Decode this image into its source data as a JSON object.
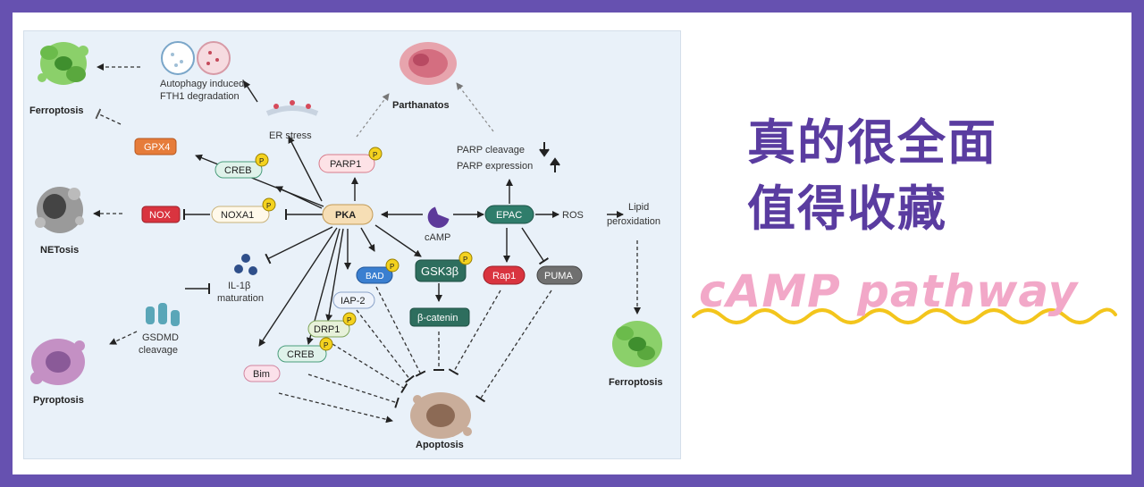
{
  "title_line1": "真的很全面",
  "title_line2": "值得收藏",
  "subtitle": "cAMP pathway",
  "colors": {
    "border": "#6651b0",
    "title": "#5a3ca0",
    "subtitle": "#f2a8c8",
    "wave": "#f3c51c",
    "diagram_bg": "#e9f1f9"
  },
  "diagram": {
    "outcomes": {
      "ferroptosis_left": "Ferroptosis",
      "netosis": "NETosis",
      "pyroptosis": "Pyroptosis",
      "parthanatos": "Parthanatos",
      "apoptosis": "Apoptosis",
      "ferroptosis_right": "Ferroptosis"
    },
    "labels": {
      "autophagy_1": "Autophagy induced",
      "autophagy_2": "FTH1 degradation",
      "er_stress": "ER stress",
      "il1b_1": "IL-1β",
      "il1b_2": "maturation",
      "gsdmd_1": "GSDMD",
      "gsdmd_2": "cleavage",
      "camp": "cAMP",
      "parp_cleavage": "PARP cleavage",
      "parp_expression": "PARP expression",
      "ros": "ROS",
      "lipid_1": "Lipid",
      "lipid_2": "peroxidation",
      "phospho": "P"
    },
    "nodes": {
      "gpx4": "GPX4",
      "creb_top": "CREB",
      "nox": "NOX",
      "noxa1": "NOXA1",
      "parp1": "PARP1",
      "pka": "PKA",
      "epac": "EPAC",
      "bad": "BAD",
      "gsk3b": "GSK3β",
      "iap2": "IAP-2",
      "beta_catenin": "β-catenin",
      "drp1": "DRP1",
      "creb_bottom": "CREB",
      "bim": "Bim",
      "rap1": "Rap1",
      "puma": "PUMA"
    }
  }
}
